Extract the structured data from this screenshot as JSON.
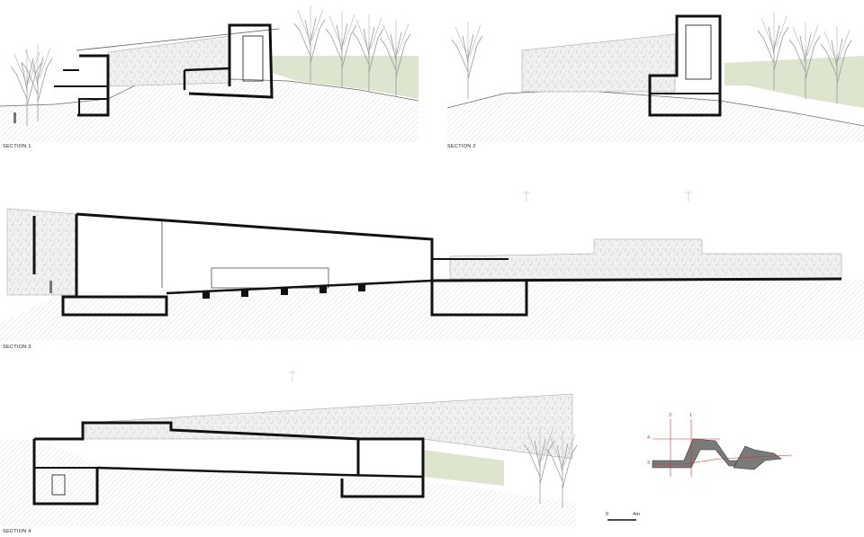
{
  "sections": [
    {
      "label": "SECTION 1"
    },
    {
      "label": "SECTION 2"
    },
    {
      "label": "SECTION 3"
    },
    {
      "label": "SECTION 4"
    }
  ],
  "key_plan": {
    "cut_markers": [
      "1",
      "2",
      "3",
      "4"
    ]
  },
  "scale_bar": {
    "start": "0",
    "end": "4m"
  },
  "colors": {
    "ink": "#111111",
    "ground_hatch": "#cfcfcf",
    "wall_texture": "#b9b9b9",
    "vegetation_green": "#dde5cf",
    "plan_fill": "#7a7a7a",
    "cut_marker": "#c0392b"
  }
}
